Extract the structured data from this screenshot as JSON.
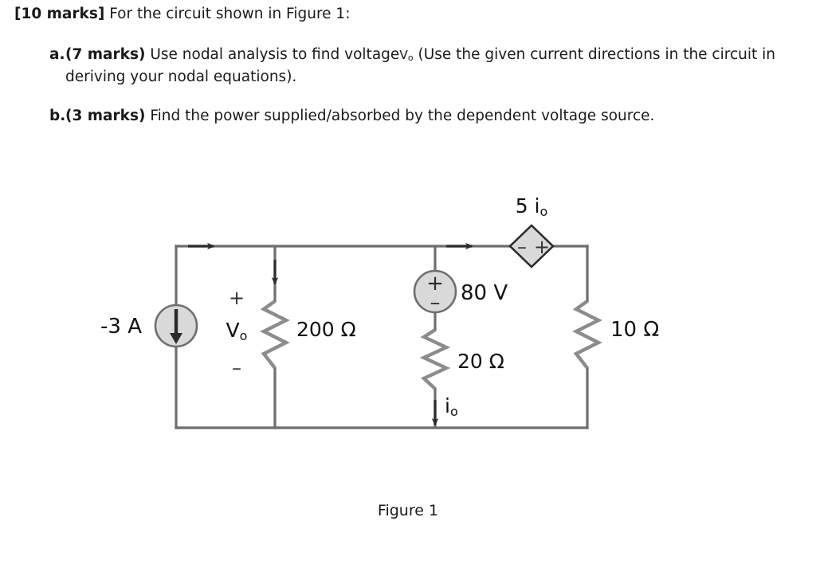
{
  "question": {
    "marks_tag": "[10 marks]",
    "intro_text": "For the circuit shown in Figure 1:",
    "items": [
      {
        "label": "a.",
        "marks": "(7 marks)",
        "text_before_symbol": "Use nodal analysis to find voltage",
        "symbol": "V",
        "symbol_sub": "o",
        "text_after_symbol": "(Use the given current directions in the circuit in deriving your nodal equations)."
      },
      {
        "label": "b.",
        "marks": "(3 marks)",
        "text_before_symbol": "Find the power supplied/absorbed by the dependent voltage source.",
        "symbol": "",
        "symbol_sub": "",
        "text_after_symbol": ""
      }
    ]
  },
  "figure": {
    "caption": "Figure 1",
    "colors": {
      "wire": "#6e6e6e",
      "resistor": "#8c8c8c",
      "arrow": "#2b2b2b",
      "source_fill": "#d9d9d9",
      "source_stroke": "#6e6e6e",
      "text": "#111111"
    },
    "components": {
      "current_source": {
        "label": "-3 A",
        "shape": "circle",
        "arrow_direction": "down"
      },
      "resistor_200": {
        "label": "200 Ω",
        "voltage_label": "V",
        "voltage_label_sub": "o",
        "plus_sign": "+",
        "minus_sign": "–",
        "branch_arrow_direction": "down"
      },
      "voltage_source_80": {
        "label": "80 V",
        "shape": "circle",
        "plus_sign": "+",
        "minus_sign": "–"
      },
      "resistor_20": {
        "label": "20 Ω",
        "current_label": "i",
        "current_label_sub": "o",
        "current_direction": "down"
      },
      "dependent_source": {
        "label": "5 i",
        "label_sub": "o",
        "shape": "diamond",
        "left_terminal_sign": "–",
        "right_terminal_sign": "+"
      },
      "resistor_10": {
        "label": "10 Ω"
      }
    }
  }
}
